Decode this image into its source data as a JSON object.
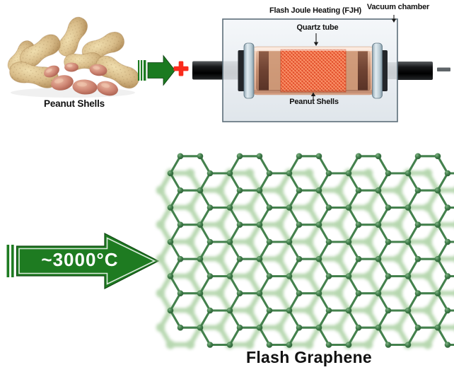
{
  "figure": {
    "background": "#ffffff",
    "peanuts": {
      "caption": "Peanut Shells"
    },
    "process_arrow": {
      "color": "#1b7a20",
      "outline": "#0c3d10"
    },
    "plus_sign": {
      "color": "#f92b1c"
    },
    "minus_sign": {
      "color": "#5f6569"
    },
    "apparatus": {
      "fjh_label": "Flash Joule Heating (FJH)",
      "vacuum_chamber_label": "Vacuum chamber",
      "quartz_tube_label": "Quartz tube",
      "peanut_shells_label": "Peanut Shells",
      "chamber_border_color": "#5d6e79",
      "hot_zone_color": "#e2512d"
    },
    "temperature_arrow": {
      "label": "~3000°C",
      "color": "#1e7b21",
      "text_color": "#ffffff"
    },
    "graphene": {
      "caption": "Flash Graphene",
      "bond_color": "#44814d",
      "atom_color": "#3d7a47",
      "back_layer_color": "#a5cd9c"
    }
  }
}
